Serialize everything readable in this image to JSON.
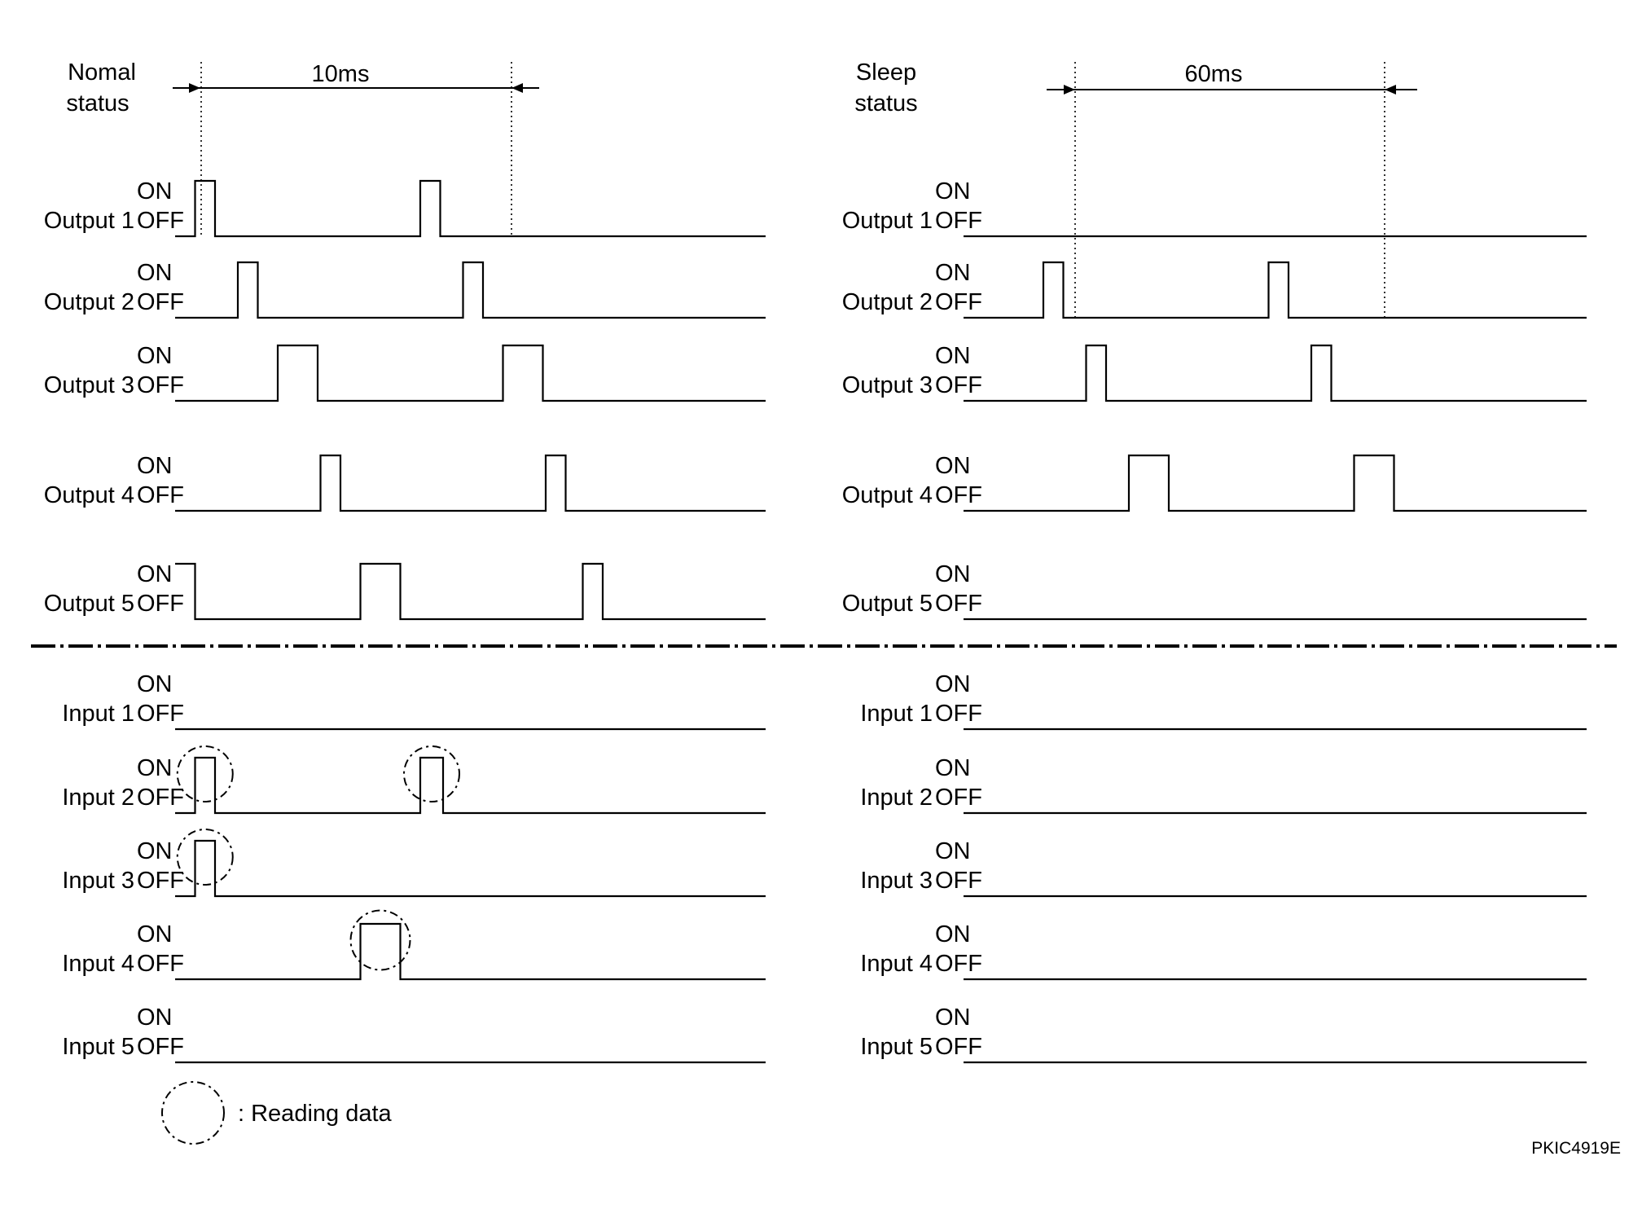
{
  "normal": {
    "title_line1": "Nomal",
    "title_line2": "status",
    "period": "10ms",
    "outputs": [
      {
        "name": "Output 1",
        "on": "ON",
        "off": "OFF",
        "pulses": [
          [
            0.35,
            0.7
          ],
          [
            4.3,
            4.65
          ]
        ]
      },
      {
        "name": "Output 2",
        "on": "ON",
        "off": "OFF",
        "pulses": [
          [
            1.1,
            1.45
          ],
          [
            5.05,
            5.4
          ]
        ]
      },
      {
        "name": "Output 3",
        "on": "ON",
        "off": "OFF",
        "pulses": [
          [
            1.8,
            2.5
          ],
          [
            5.75,
            6.45
          ]
        ]
      },
      {
        "name": "Output 4",
        "on": "ON",
        "off": "OFF",
        "pulses": [
          [
            2.55,
            2.9
          ],
          [
            6.5,
            6.85
          ]
        ]
      },
      {
        "name": "Output 5",
        "on": "ON",
        "off": "OFF",
        "pulses": [
          [
            0.0,
            0.35
          ],
          [
            3.25,
            3.95
          ],
          [
            7.15,
            7.5
          ]
        ]
      }
    ],
    "inputs": [
      {
        "name": "Input 1",
        "on": "ON",
        "off": "OFF",
        "pulses": []
      },
      {
        "name": "Input 2",
        "on": "ON",
        "off": "OFF",
        "pulses": [
          [
            0.35,
            0.7
          ],
          [
            4.3,
            4.7
          ]
        ]
      },
      {
        "name": "Input 3",
        "on": "ON",
        "off": "OFF",
        "pulses": [
          [
            0.35,
            0.7
          ]
        ]
      },
      {
        "name": "Input 4",
        "on": "ON",
        "off": "OFF",
        "pulses": [
          [
            3.25,
            3.95
          ]
        ]
      },
      {
        "name": "Input 5",
        "on": "ON",
        "off": "OFF",
        "pulses": []
      }
    ]
  },
  "sleep": {
    "title_line1": "Sleep",
    "title_line2": "status",
    "period": "60ms",
    "outputs": [
      {
        "name": "Output 1",
        "on": "ON",
        "off": "OFF",
        "pulses": []
      },
      {
        "name": "Output 2",
        "on": "ON",
        "off": "OFF",
        "pulses": [
          [
            1.4,
            1.75
          ],
          [
            5.35,
            5.7
          ]
        ]
      },
      {
        "name": "Output 3",
        "on": "ON",
        "off": "OFF",
        "pulses": [
          [
            2.15,
            2.5
          ],
          [
            6.1,
            6.45
          ]
        ]
      },
      {
        "name": "Output 4",
        "on": "ON",
        "off": "OFF",
        "pulses": [
          [
            2.9,
            3.6
          ],
          [
            6.85,
            7.55
          ]
        ]
      },
      {
        "name": "Output 5",
        "on": "ON",
        "off": "OFF",
        "pulses": []
      }
    ],
    "inputs": [
      {
        "name": "Input 1",
        "on": "ON",
        "off": "OFF",
        "pulses": []
      },
      {
        "name": "Input 2",
        "on": "ON",
        "off": "OFF",
        "pulses": []
      },
      {
        "name": "Input 3",
        "on": "ON",
        "off": "OFF",
        "pulses": []
      },
      {
        "name": "Input 4",
        "on": "ON",
        "off": "OFF",
        "pulses": []
      },
      {
        "name": "Input 5",
        "on": "ON",
        "off": "OFF",
        "pulses": []
      }
    ]
  },
  "legend": {
    "label": ": Reading data"
  },
  "figure_code": "PKIC4919E"
}
